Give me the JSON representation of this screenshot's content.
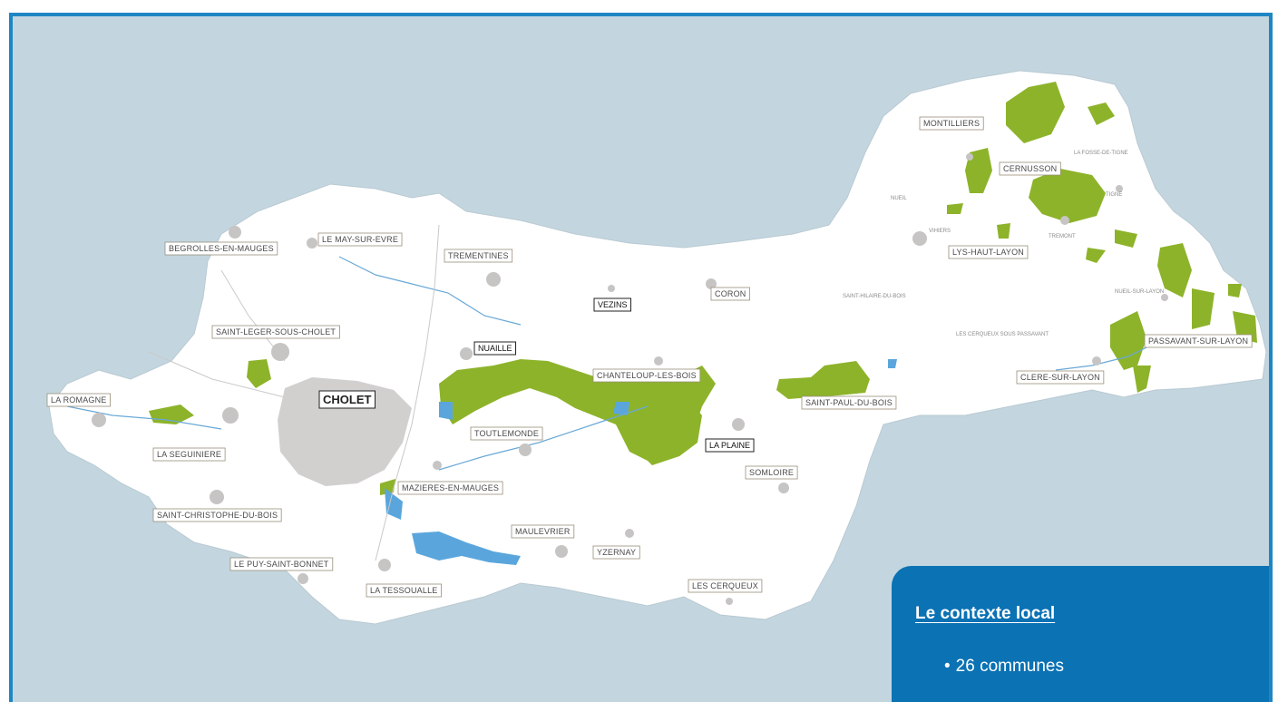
{
  "map": {
    "communes": [
      {
        "name": "BEGROLLES-EN-MAUGES",
        "style": "normal"
      },
      {
        "name": "LE MAY-SUR-EVRE",
        "style": "normal"
      },
      {
        "name": "TREMENTINES",
        "style": "normal"
      },
      {
        "name": "VEZINS",
        "style": "dark"
      },
      {
        "name": "CORON",
        "style": "normal"
      },
      {
        "name": "MONTILLIERS",
        "style": "normal"
      },
      {
        "name": "CERNUSSON",
        "style": "normal"
      },
      {
        "name": "LYS-HAUT-LAYON",
        "style": "normal"
      },
      {
        "name": "SAINT-LEGER-SOUS-CHOLET",
        "style": "normal"
      },
      {
        "name": "NUAILLE",
        "style": "dark"
      },
      {
        "name": "CHANTELOUP-LES-BOIS",
        "style": "normal"
      },
      {
        "name": "PASSAVANT-SUR-LAYON",
        "style": "normal"
      },
      {
        "name": "CLERE-SUR-LAYON",
        "style": "normal"
      },
      {
        "name": "LA ROMAGNE",
        "style": "normal"
      },
      {
        "name": "CHOLET",
        "style": "bold"
      },
      {
        "name": "SAINT-PAUL-DU-BOIS",
        "style": "normal"
      },
      {
        "name": "TOUTLEMONDE",
        "style": "normal"
      },
      {
        "name": "LA PLAINE",
        "style": "dark"
      },
      {
        "name": "LA SEGUINIERE",
        "style": "normal"
      },
      {
        "name": "MAZIERES-EN-MAUGES",
        "style": "normal"
      },
      {
        "name": "SOMLOIRE",
        "style": "normal"
      },
      {
        "name": "SAINT-CHRISTOPHE-DU-BOIS",
        "style": "normal"
      },
      {
        "name": "MAULEVRIER",
        "style": "normal"
      },
      {
        "name": "YZERNAY",
        "style": "normal"
      },
      {
        "name": "LE PUY-SAINT-BONNET",
        "style": "normal"
      },
      {
        "name": "LA TESSOUALLE",
        "style": "normal"
      },
      {
        "name": "LES CERQUEUX",
        "style": "normal"
      }
    ],
    "minor_places": [
      "LA FOSSE-DE-TIGNE",
      "TIGNE",
      "NUEIL",
      "VIHIERS",
      "TREMONT",
      "SAINT-HILAIRE-DU-BOIS",
      "LES CERQUEUX SOUS PASSAVANT",
      "NUEIL-SUR-LAYON"
    ],
    "colors": {
      "sea": "#c3d6e0",
      "land": "#ffffff",
      "forest": "#8db32a",
      "water": "#5aa6dc",
      "frame": "#1f86c4",
      "panel": "#0b72b4"
    }
  },
  "info": {
    "title": "Le contexte local",
    "items": [
      "26 communes"
    ]
  }
}
